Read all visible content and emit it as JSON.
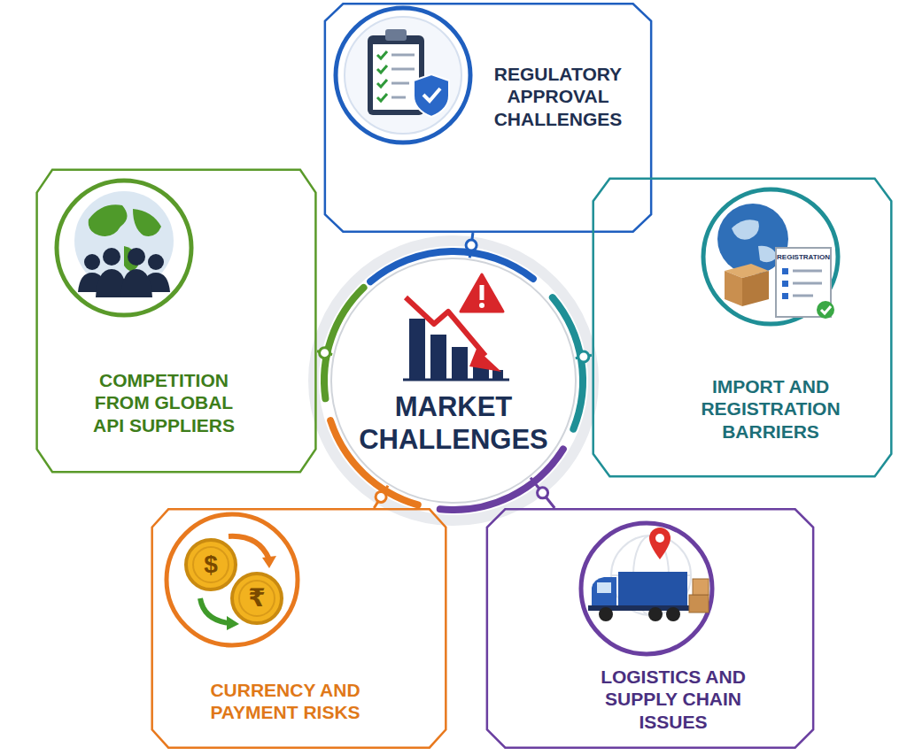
{
  "diagram": {
    "nodes": [
      {
        "text": [
          "REGULATORY APPROVAL CHALLENGES"
        ]
      },
      {
        "text": [
          "COMPETITION FROM GLOBAL API SUPPLIERS"
        ]
      },
      {
        "text": [
          "MARKET CHALLENGES"
        ]
      },
      {
        "text": [
          "IMPORT AND REGISTRATION BARRIERS"
        ]
      },
      {
        "text": [
          "CURRENCY AND PAYMENT RISKS"
        ]
      },
      {
        "text": [
          "LOGISTICS AND SUPPLY CHAIN ISSUES"
        ]
      }
    ],
    "edges": [
      {
        "from": 2,
        "to": 0,
        "arrow": "none"
      },
      {
        "from": 2,
        "to": 1,
        "arrow": "none"
      },
      {
        "from": 2,
        "to": 3,
        "arrow": "none"
      },
      {
        "from": 2,
        "to": 4,
        "arrow": "none"
      },
      {
        "from": 2,
        "to": 5,
        "arrow": "none"
      }
    ],
    "labels": [
      "REGISTRATION",
      "$",
      "₹"
    ]
  }
}
